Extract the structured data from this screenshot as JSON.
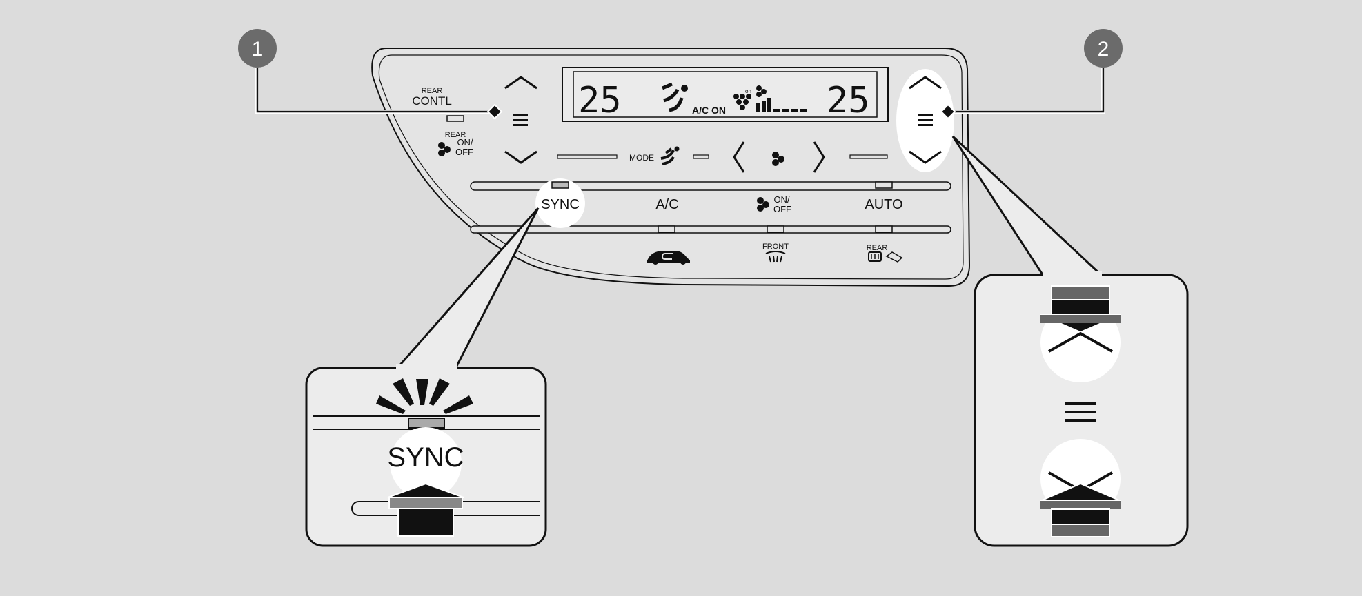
{
  "callouts": {
    "one": "1",
    "two": "2"
  },
  "panel": {
    "rear_contl_top": "REAR",
    "rear_contl_bottom": "CONTL",
    "rear_fan_top": "REAR",
    "rear_fan_mid": "ON/",
    "rear_fan_bottom": "OFF",
    "mode_label": "MODE",
    "sync_label": "SYNC",
    "ac_label": "A/C",
    "fan_onoff_top": "ON/",
    "fan_onoff_bottom": "OFF",
    "auto_label": "AUTO",
    "front_label": "FRONT",
    "rear_defrost_label": "REAR"
  },
  "display": {
    "left_temp": "25",
    "right_temp": "25",
    "ac_on": "A/C ON",
    "on_small": "on"
  },
  "zoom_left": {
    "sync_label": "SYNC"
  },
  "colors": {
    "background": "#dcdcdc",
    "panel_fill": "#e6e6e6",
    "callout": "#6b6b6b",
    "ink": "#111111"
  }
}
